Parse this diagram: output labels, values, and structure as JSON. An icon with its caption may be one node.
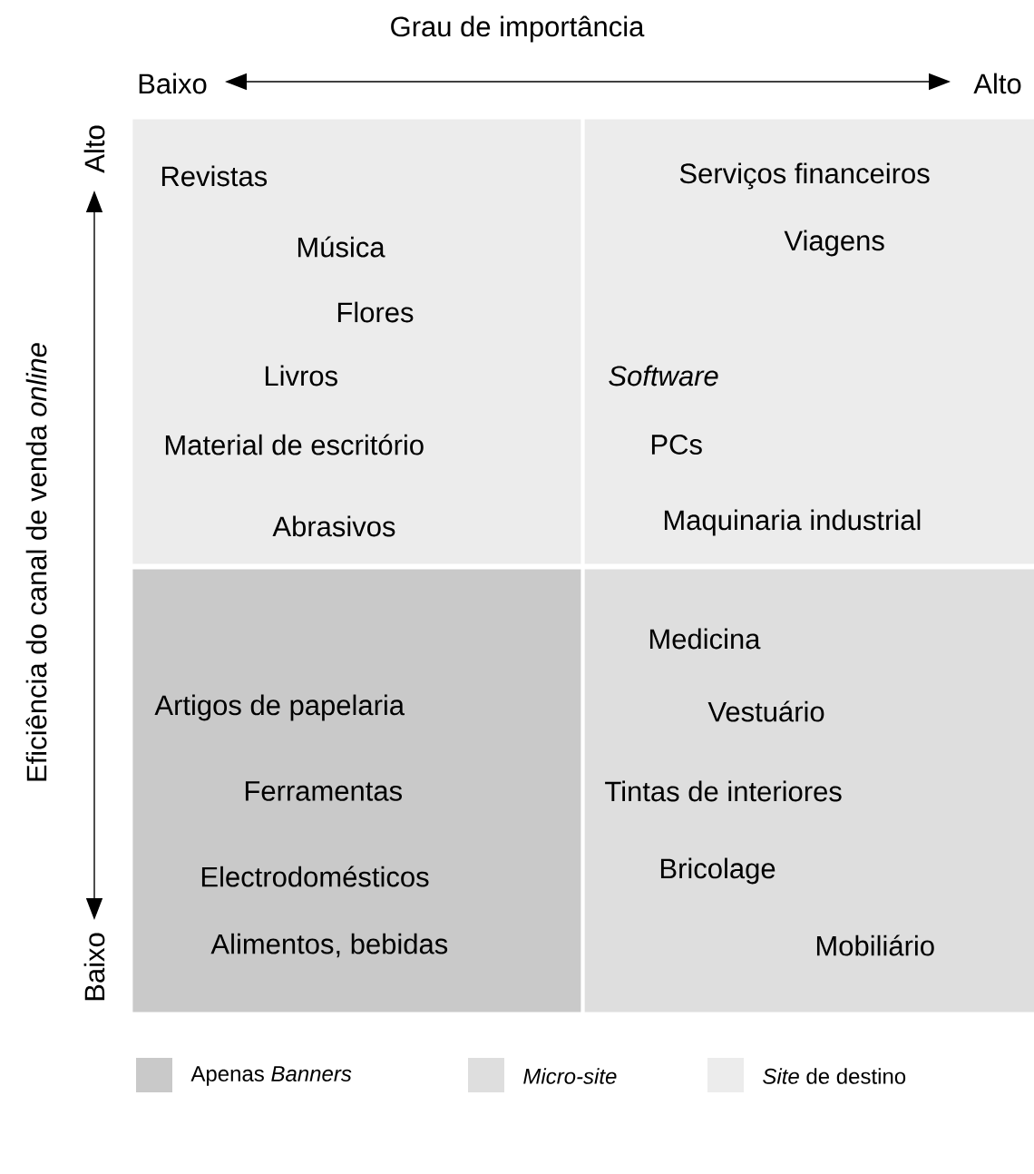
{
  "diagram": {
    "nodes": [
      {
        "text": [
          "Revistas",
          "Música",
          "Flores",
          "Livros",
          "Material de escritório",
          "Abrasivos"
        ]
      },
      {
        "text": [
          "Serviços financeiros",
          "Viagens",
          "Software",
          "PCs",
          "Maquinaria industrial"
        ]
      },
      {
        "text": [
          "Artigos de papelaria",
          "Ferramentas",
          "Electrodomésticos",
          "Alimentos, bebidas"
        ]
      },
      {
        "text": [
          "Medicina",
          "Vestuário",
          "Tintas de interiores",
          "Bricolage",
          "Mobiliário"
        ]
      }
    ],
    "labels": [
      "Grau de importância",
      "Baixo",
      "Alto",
      "Eficiência do canal de venda *online*",
      "Alto",
      "Baixo"
    ],
    "legend": [
      {
        "text": "Apenas *Banners*",
        "color": "#c9c9c9"
      },
      {
        "text": "Micro-site",
        "color": "#dedede"
      },
      {
        "text": "*Site* de destino",
        "color": "#ececec"
      }
    ]
  }
}
